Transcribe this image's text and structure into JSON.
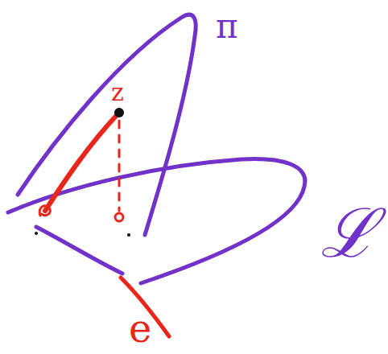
{
  "diagram": {
    "labels": [
      "π",
      "z",
      "e",
      "ℒ"
    ]
  }
}
